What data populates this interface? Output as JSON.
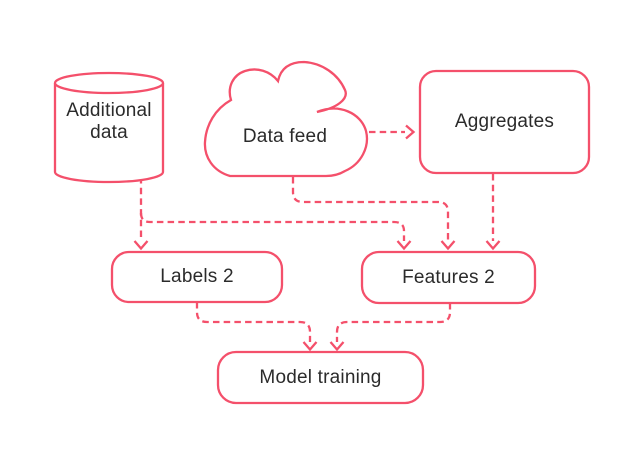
{
  "diagram": {
    "background_color": "#ffffff",
    "stroke_color": "#f4506b",
    "text_color": "#2b2b2b",
    "nodes": [
      {
        "id": "additional-data",
        "shape": "cylinder",
        "label": "Additional data"
      },
      {
        "id": "data-feed",
        "shape": "cloud",
        "label": "Data feed"
      },
      {
        "id": "aggregates",
        "shape": "rounded-rectangle",
        "label": "Aggregates"
      },
      {
        "id": "labels-2",
        "shape": "rounded-rectangle",
        "label": "Labels 2"
      },
      {
        "id": "features-2",
        "shape": "rounded-rectangle",
        "label": "Features 2"
      },
      {
        "id": "model-training",
        "shape": "rounded-rectangle",
        "label": "Model training"
      }
    ],
    "edges": [
      {
        "from": "data-feed",
        "to": "aggregates",
        "style": "dashed-arrow"
      },
      {
        "from": "additional-data",
        "to": "labels-2",
        "style": "dashed-arrow"
      },
      {
        "from": "additional-data",
        "to": "features-2",
        "style": "dashed-arrow"
      },
      {
        "from": "data-feed",
        "to": "features-2",
        "style": "dashed-arrow"
      },
      {
        "from": "aggregates",
        "to": "features-2",
        "style": "dashed-arrow"
      },
      {
        "from": "labels-2",
        "to": "model-training",
        "style": "dashed-arrow"
      },
      {
        "from": "features-2",
        "to": "model-training",
        "style": "dashed-arrow"
      }
    ]
  }
}
